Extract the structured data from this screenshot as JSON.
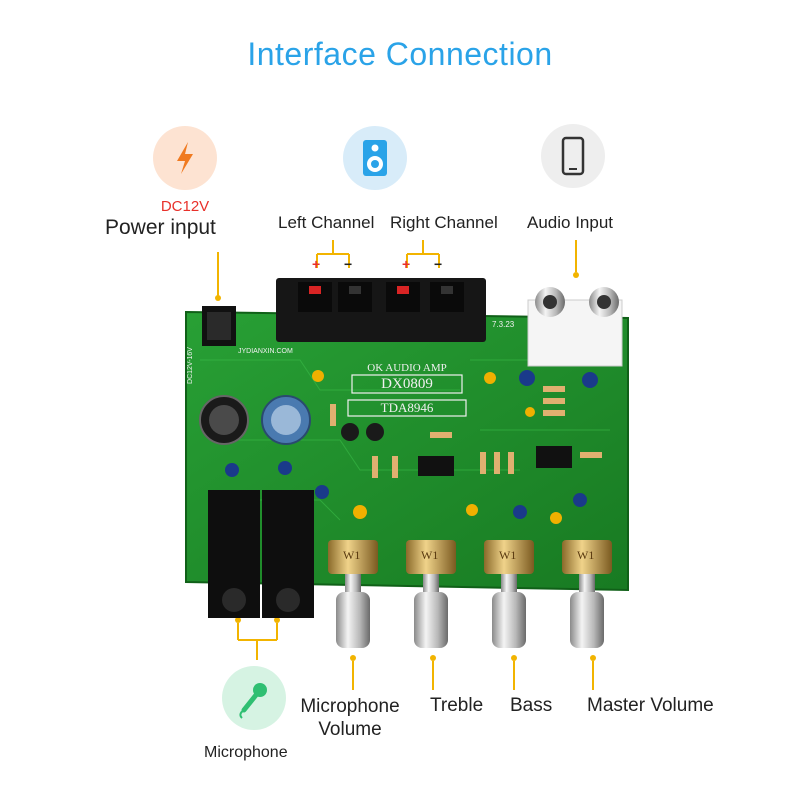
{
  "title": "Interface  Connection",
  "power": {
    "voltage": "DC12V",
    "label": "Power input",
    "icon": "lightning-icon"
  },
  "speaker": {
    "icon": "speaker-icon",
    "left_label": "Left Channel",
    "right_label": "Right Channel",
    "plus": "+",
    "minus": "−"
  },
  "audio": {
    "icon": "phone-icon",
    "label": "Audio Input"
  },
  "microphone": {
    "icon": "microphone-icon",
    "label": "Microphone"
  },
  "knobs": {
    "mic_volume": "Microphone\nVolume",
    "treble": "Treble",
    "bass": "Bass",
    "master": "Master Volume"
  },
  "board": {
    "model": "DX0809",
    "name": "OK AUDIO AMP",
    "chip": "TDA8946",
    "site": "JYDIANXIN.COM",
    "dc": "DC12V-16V",
    "pot": "W1",
    "date": "7.3.23"
  },
  "colors": {
    "accent": "#2aa3e8",
    "pcb": "#1e8a2a",
    "connector": "#f2b400",
    "power_bg": "#fde3d2",
    "speaker_bg": "#d8ecf9",
    "mic_bg": "#d6f3e3",
    "phone_bg": "#eeeeee"
  }
}
